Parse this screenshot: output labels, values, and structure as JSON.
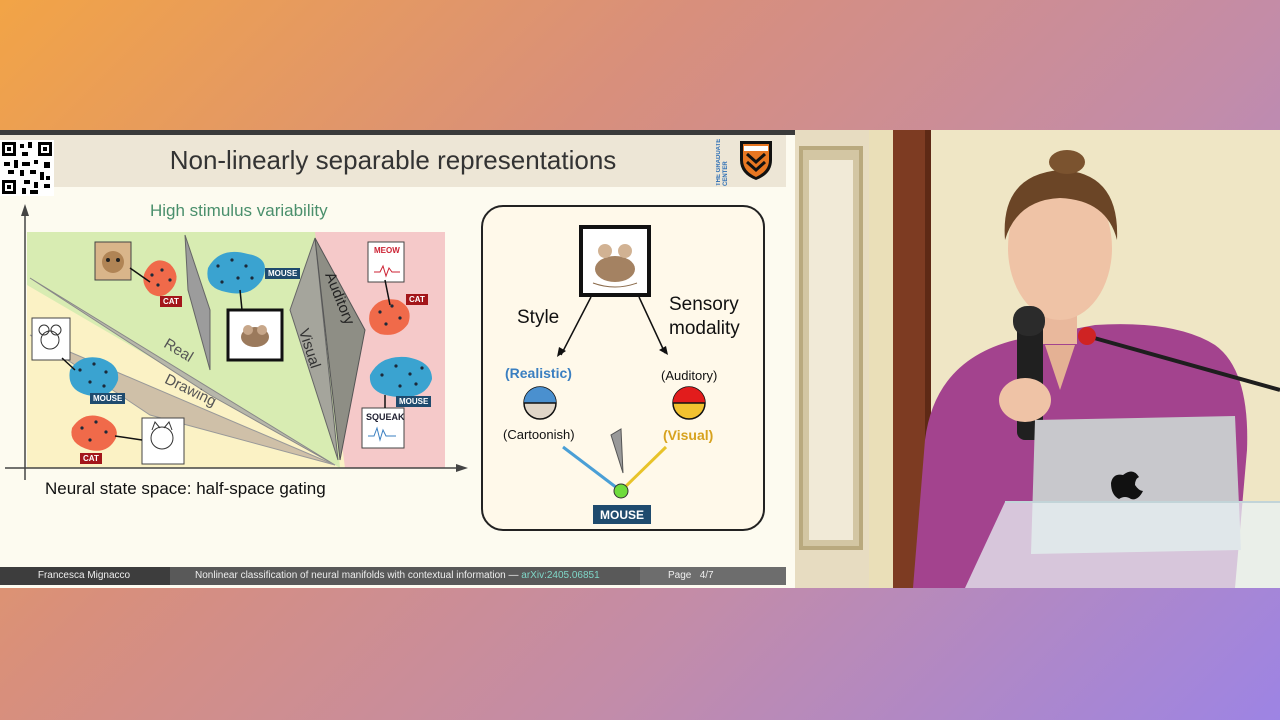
{
  "slide": {
    "title": "Non-linearly separable representations",
    "subtitle": "High stimulus variability",
    "caption": "Neural state space: half-space gating",
    "logo_text": "THE GRADUATE CENTER",
    "planes": [
      "Real",
      "Drawing",
      "Visual",
      "Auditory"
    ],
    "labels": {
      "cat": "CAT",
      "mouse": "MOUSE",
      "meow": "MEOW",
      "squeak": "SQUEAK"
    },
    "panel": {
      "style": "Style",
      "modality_line1": "Sensory",
      "modality_line2": "modality",
      "realistic": "(Realistic)",
      "cartoonish": "(Cartoonish)",
      "auditory": "(Auditory)",
      "visual": "(Visual)",
      "mouse": "MOUSE"
    },
    "footer": {
      "author": "Francesca Mignacco",
      "paper": "Nonlinear classification of neural manifolds with contextual information —",
      "arxiv": "arXiv:2405.06851",
      "page_label": "Page",
      "page": "4/7"
    }
  },
  "colors": {
    "realistic": "#3a7fc1",
    "visual": "#d7a21e",
    "tag_red": "#a3161a",
    "tag_mouse": "#1f4b6e"
  }
}
